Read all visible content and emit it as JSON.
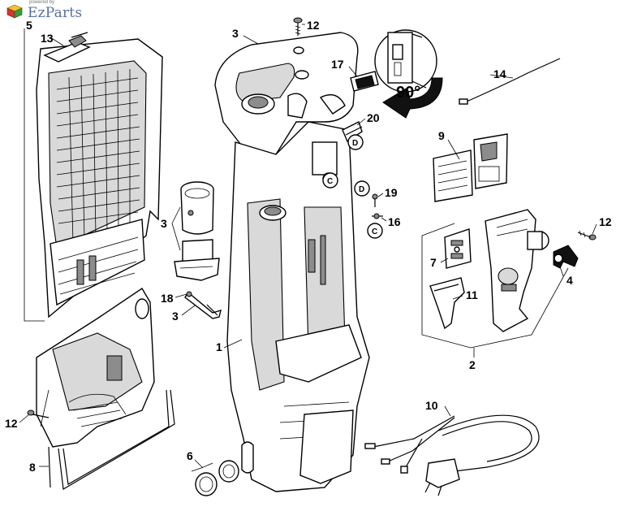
{
  "brand": {
    "powered_text": "powered by",
    "name": "EzParts",
    "logo_icon": "stacked-boxes-logo-icon"
  },
  "rotation_label": "90°",
  "clip_marks": [
    "D",
    "C",
    "D",
    "C"
  ],
  "callouts": [
    "5",
    "13",
    "3",
    "12",
    "17",
    "14",
    "20",
    "9",
    "3",
    "19",
    "16",
    "12",
    "7",
    "4",
    "18",
    "3",
    "11",
    "1",
    "2",
    "10",
    "12",
    "8",
    "6"
  ]
}
